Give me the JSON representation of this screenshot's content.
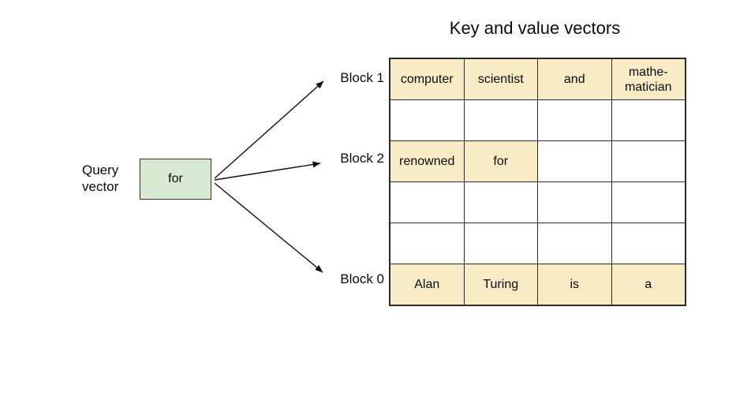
{
  "title": "Key and value vectors",
  "query": {
    "label": "Query\nvector",
    "token": "for"
  },
  "blocks": [
    {
      "label": "Block 1",
      "row": 0
    },
    {
      "label": "Block 2",
      "row": 2
    },
    {
      "label": "Block 0",
      "row": 5
    }
  ],
  "grid": {
    "columns": 4,
    "rows": [
      {
        "cells": [
          "computer",
          "scientist",
          "and",
          "mathe-\nmatician"
        ],
        "filled": [
          true,
          true,
          true,
          true
        ]
      },
      {
        "cells": [
          "",
          "",
          "",
          ""
        ],
        "filled": [
          false,
          false,
          false,
          false
        ]
      },
      {
        "cells": [
          "renowned",
          "for",
          "",
          ""
        ],
        "filled": [
          true,
          true,
          false,
          false
        ]
      },
      {
        "cells": [
          "",
          "",
          "",
          ""
        ],
        "filled": [
          false,
          false,
          false,
          false
        ]
      },
      {
        "cells": [
          "",
          "",
          "",
          ""
        ],
        "filled": [
          false,
          false,
          false,
          false
        ]
      },
      {
        "cells": [
          "Alan",
          "Turing",
          "is",
          "a"
        ],
        "filled": [
          true,
          true,
          true,
          true
        ]
      }
    ]
  },
  "colors": {
    "cell_fill": "#F7ECC5",
    "query_fill": "#D9EAD3",
    "border": "#2b2b2b",
    "arrow": "#111111"
  }
}
